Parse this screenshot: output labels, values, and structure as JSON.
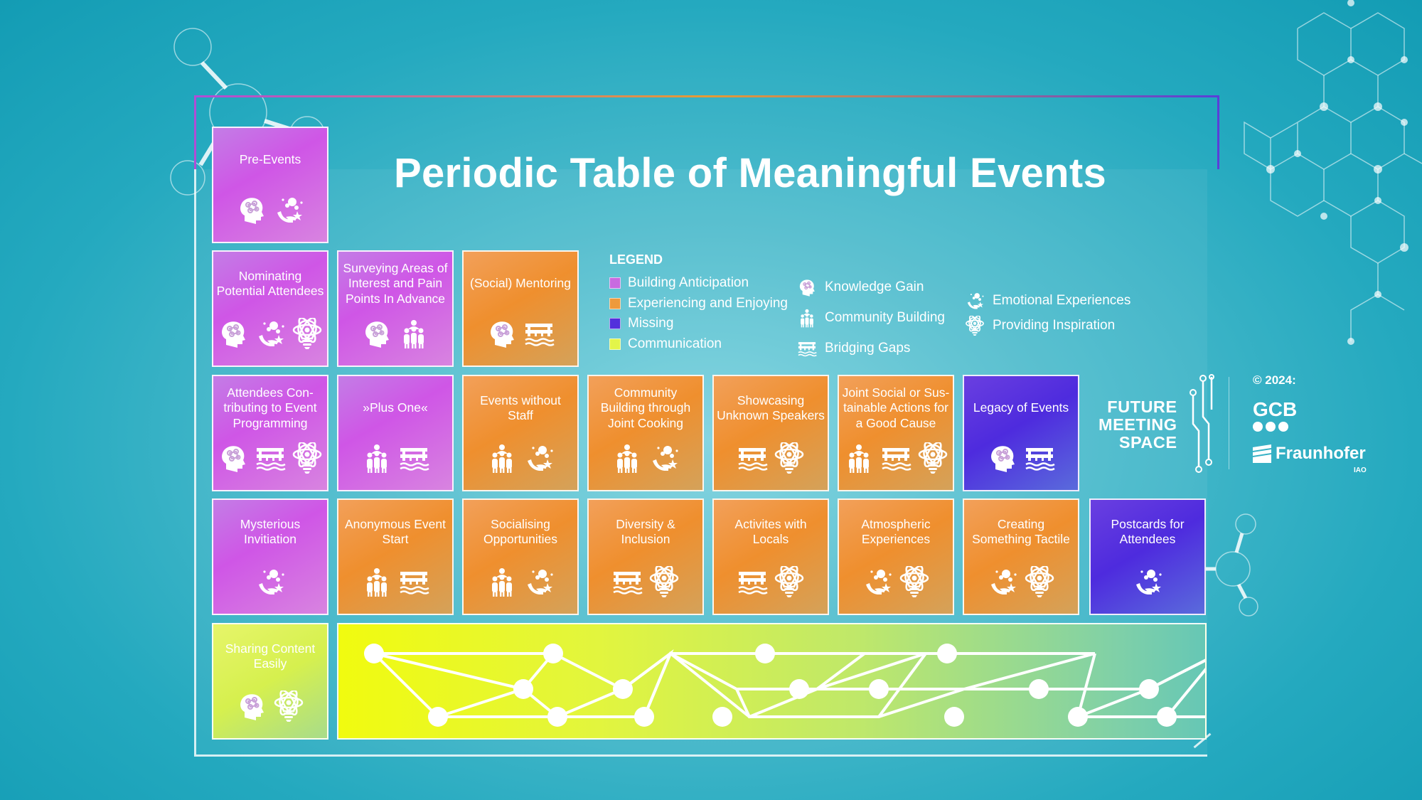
{
  "title": "Periodic Table of Meaningful Events",
  "legend": {
    "heading": "LEGEND",
    "categories": [
      {
        "label": "Building Anticipation",
        "color": "#c86ae0"
      },
      {
        "label": "Experiencing and Enjoying",
        "color": "#ee9a3c"
      },
      {
        "label": "Missing",
        "color": "#5230dc"
      },
      {
        "label": "Communication",
        "color": "#e3f54a"
      }
    ],
    "icons": [
      {
        "label": "Knowledge Gain",
        "icon": "head-brain-icon"
      },
      {
        "label": "Community Building",
        "icon": "people-group-icon"
      },
      {
        "label": "Bridging Gaps",
        "icon": "bridge-icon"
      },
      {
        "label": "Emotional Experiences",
        "icon": "heart-hand-icon"
      },
      {
        "label": "Providing Inspiration",
        "icon": "lightbulb-atom-icon"
      }
    ]
  },
  "cells": [
    {
      "label": "Pre-Events",
      "color": "purple",
      "icons": [
        "head-brain-icon",
        "heart-hand-icon"
      ]
    },
    {
      "label": "Nominating Potential Attendees",
      "color": "purple",
      "icons": [
        "head-brain-icon",
        "heart-hand-icon",
        "lightbulb-atom-icon"
      ]
    },
    {
      "label": "Surveying Areas of Interest and Pain Points In Advance",
      "color": "purple",
      "icons": [
        "head-brain-icon",
        "people-group-icon"
      ]
    },
    {
      "label": "(Social) Mentoring",
      "color": "orange",
      "icons": [
        "head-brain-icon",
        "bridge-icon"
      ]
    },
    {
      "label": "Attendees Con-tributing to Event Programming",
      "color": "purple",
      "icons": [
        "head-brain-icon",
        "bridge-icon",
        "lightbulb-atom-icon"
      ]
    },
    {
      "label": "»Plus One«",
      "color": "purple",
      "icons": [
        "people-group-icon",
        "bridge-icon"
      ]
    },
    {
      "label": "Events without Staff",
      "color": "orange",
      "icons": [
        "people-group-icon",
        "heart-hand-icon"
      ]
    },
    {
      "label": "Community Building through Joint Cooking",
      "color": "orange",
      "icons": [
        "people-group-icon",
        "heart-hand-icon"
      ]
    },
    {
      "label": "Showcasing Unknown Speakers",
      "color": "orange",
      "icons": [
        "bridge-icon",
        "lightbulb-atom-icon"
      ]
    },
    {
      "label": "Joint Social or Sus-tainable Actions for a Good Cause",
      "color": "orange",
      "icons": [
        "people-group-icon",
        "bridge-icon",
        "lightbulb-atom-icon"
      ]
    },
    {
      "label": "Legacy of Events",
      "color": "blue",
      "icons": [
        "head-brain-icon",
        "bridge-icon"
      ]
    },
    {
      "label": "Mysterious Invitiation",
      "color": "purple",
      "icons": [
        "heart-hand-icon"
      ]
    },
    {
      "label": "Anonymous Event Start",
      "color": "orange",
      "icons": [
        "people-group-icon",
        "bridge-icon"
      ]
    },
    {
      "label": "Socialising Opportunities",
      "color": "orange",
      "icons": [
        "people-group-icon",
        "heart-hand-icon"
      ]
    },
    {
      "label": "Diversity & Inclusion",
      "color": "orange",
      "icons": [
        "bridge-icon",
        "lightbulb-atom-icon"
      ]
    },
    {
      "label": "Activites with Locals",
      "color": "orange",
      "icons": [
        "bridge-icon",
        "lightbulb-atom-icon"
      ]
    },
    {
      "label": "Atmospheric Experiences",
      "color": "orange",
      "icons": [
        "heart-hand-icon",
        "lightbulb-atom-icon"
      ]
    },
    {
      "label": "Creating Something Tactile",
      "color": "orange",
      "icons": [
        "heart-hand-icon",
        "lightbulb-atom-icon"
      ]
    },
    {
      "label": "Postcards for Attendees",
      "color": "blue",
      "icons": [
        "heart-hand-icon"
      ]
    },
    {
      "label": "Sharing Content Easily",
      "color": "green",
      "icons": [
        "head-brain-icon",
        "lightbulb-atom-icon"
      ]
    }
  ],
  "logos": {
    "future_meeting_space": [
      "FUTURE",
      "MEETING",
      "SPACE"
    ],
    "copyright": "© 2024:",
    "gcb": "GCB",
    "fraunhofer": "Fraunhofer",
    "iao": "IAO"
  }
}
